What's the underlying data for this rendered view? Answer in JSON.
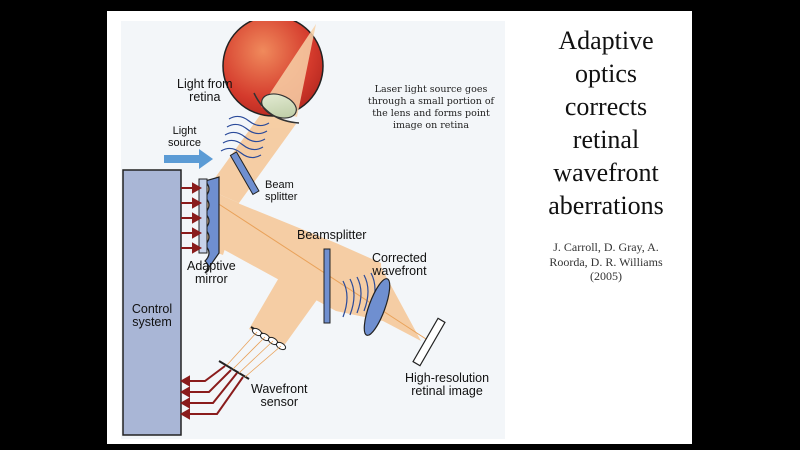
{
  "slide": {
    "title_lines": [
      "Adaptive",
      "optics",
      "corrects",
      "retinal",
      "wavefront",
      "aberrations"
    ],
    "citation_lines": [
      "J. Carroll, D. Gray, A.",
      "Roorda, D. R. Williams",
      "(2005)"
    ]
  },
  "diagram": {
    "labels": {
      "light_from_retina": [
        "Light from",
        "retina"
      ],
      "light_source": [
        "Light",
        "source"
      ],
      "beam_splitter": [
        "Beam",
        "splitter"
      ],
      "beamsplitter": "Beamsplitter",
      "corrected_wavefront": [
        "Corrected",
        "wavefront"
      ],
      "adaptive_mirror": [
        "Adaptive",
        "mirror"
      ],
      "control_system": [
        "Control",
        "system"
      ],
      "wavefront_sensor": [
        "Wavefront",
        "sensor"
      ],
      "high_resolution": [
        "High-resolution",
        "retinal image"
      ]
    },
    "note": "Laser light source goes through a small portion of the lens and forms point image on retina",
    "colors": {
      "eye_red": "#d43a2c",
      "beam_orange": "#f6c48f",
      "control_box": "#a9b6d6",
      "optic_blue": "#6f8fd0",
      "arrow_red": "#8a1c1c",
      "source_arrow": "#5b9bd5"
    }
  }
}
